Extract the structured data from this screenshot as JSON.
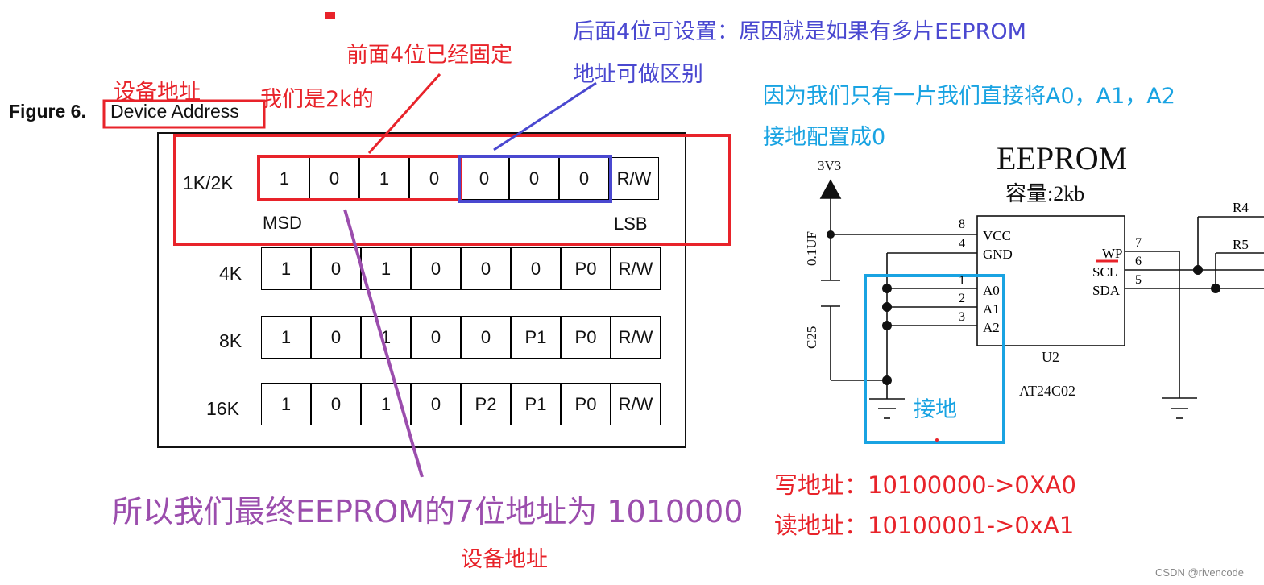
{
  "figure": {
    "number": "Figure 6.",
    "title": "Device Address"
  },
  "table": {
    "rows": [
      {
        "label": "1K/2K",
        "bits": [
          "1",
          "0",
          "1",
          "0",
          "0",
          "0",
          "0",
          "R/W"
        ]
      },
      {
        "label": "4K",
        "bits": [
          "1",
          "0",
          "1",
          "0",
          "0",
          "0",
          "P0",
          "R/W"
        ]
      },
      {
        "label": "8K",
        "bits": [
          "1",
          "0",
          "1",
          "0",
          "0",
          "P1",
          "P0",
          "R/W"
        ]
      },
      {
        "label": "16K",
        "bits": [
          "1",
          "0",
          "1",
          "0",
          "P2",
          "P1",
          "P0",
          "R/W"
        ]
      }
    ],
    "msd": "MSD",
    "lsb": "LSB"
  },
  "annotations": {
    "device_addr_top": "设备地址",
    "first4_fixed": "前面4位已经固定",
    "we_are_2k": "我们是2k的",
    "last4_line1": "后面4位可设置：原因就是如果有多片EEPROM",
    "last4_line2": "地址可做区别",
    "only_one_line1": "因为我们只有一片我们直接将A0，A1，A2",
    "only_one_line2": "接地配置成0",
    "final_addr": "所以我们最终EEPROM的7位地址为 1010000",
    "device_addr_bottom": "设备地址",
    "write_addr": "写地址：10100000->0XA0",
    "read_addr": "读地址：10100001->0xA1",
    "ground_label": "接地"
  },
  "schematic": {
    "title": "EEPROM",
    "capacity": "容量:2kb",
    "supply": "3V3",
    "cap_value": "0.1UF",
    "cap_ref": "C25",
    "chip_ref": "U2",
    "chip_part": "AT24C02",
    "pins_left": [
      {
        "num": "8",
        "name": "VCC"
      },
      {
        "num": "4",
        "name": "GND"
      },
      {
        "num": "1",
        "name": "A0"
      },
      {
        "num": "2",
        "name": "A1"
      },
      {
        "num": "3",
        "name": "A2"
      }
    ],
    "pins_right": [
      {
        "num": "7",
        "name": "WP"
      },
      {
        "num": "6",
        "name": "SCL"
      },
      {
        "num": "5",
        "name": "SDA"
      }
    ],
    "resistors": [
      "R4",
      "R5"
    ]
  },
  "watermark": "CSDN @rivencode",
  "colors": {
    "red": "#e8232a",
    "blue": "#4a48d0",
    "cyan": "#19a3e2",
    "purple": "#9b4dad"
  }
}
